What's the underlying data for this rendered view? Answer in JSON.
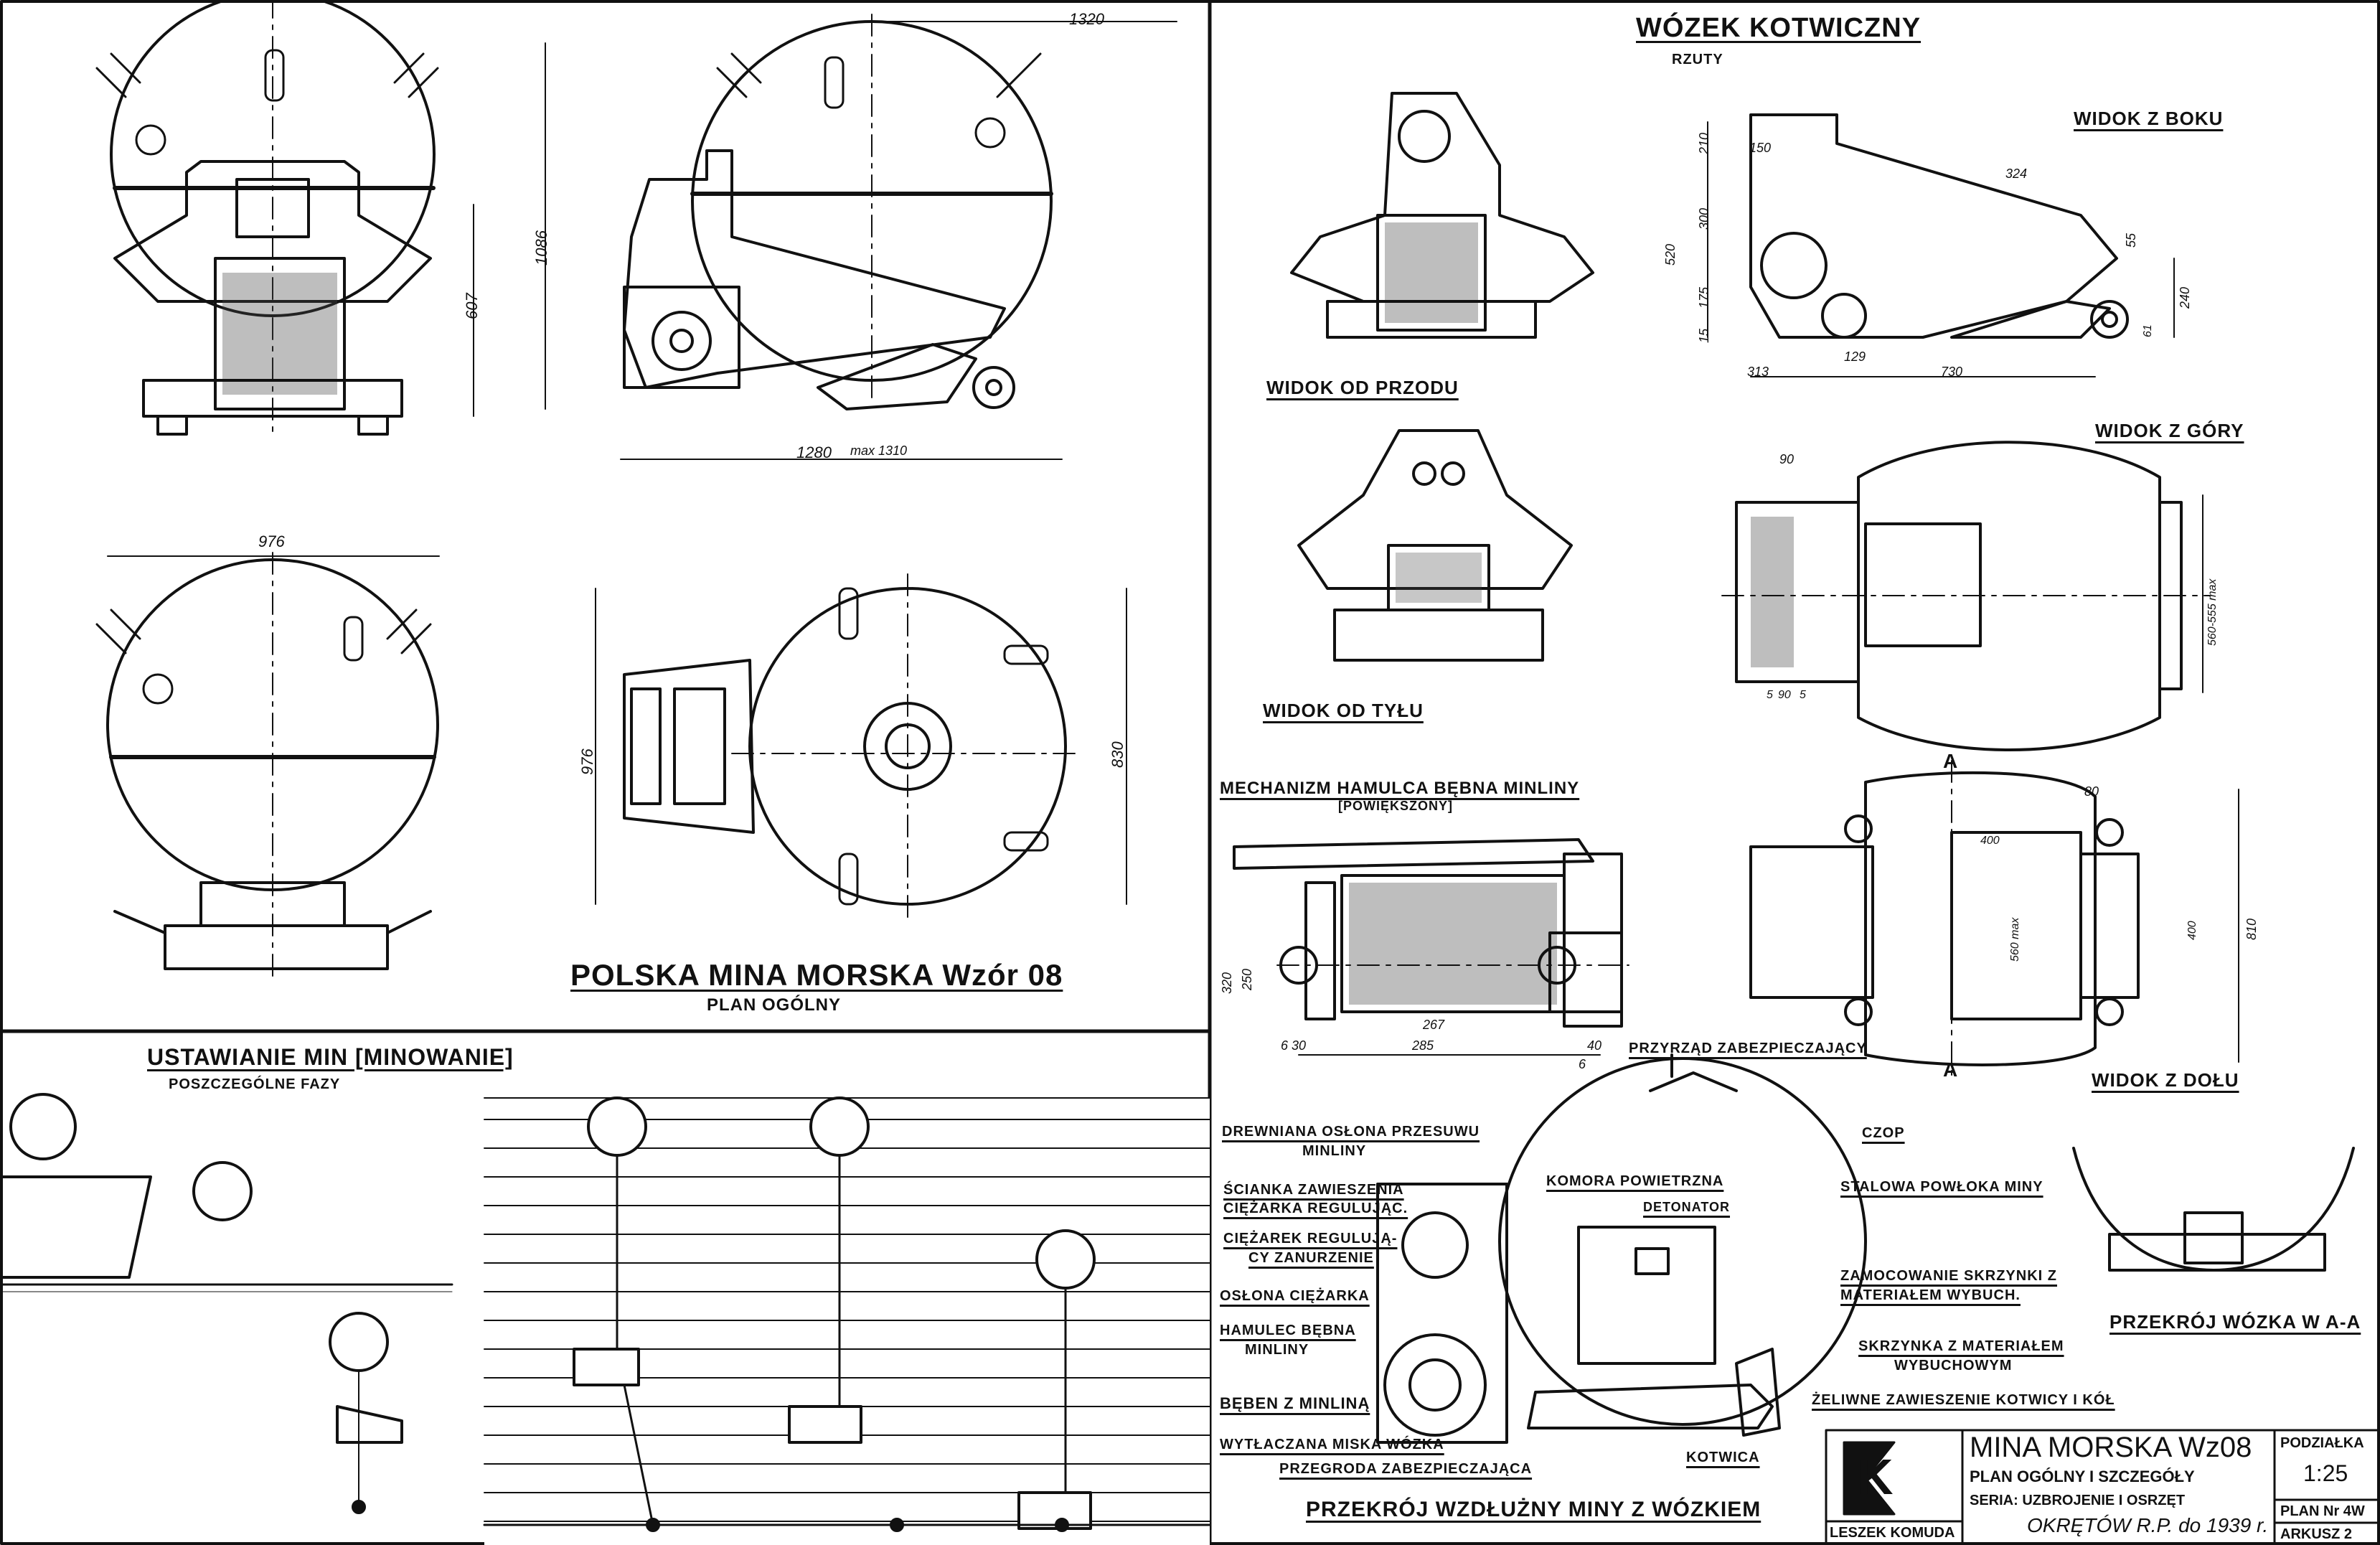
{
  "main_title": "POLSKA MINA MORSKA  Wzór 08",
  "main_subtitle": "PLAN OGÓLNY",
  "trolley": {
    "title": "WÓZEK KOTWICZNY",
    "subtitle": "RZUTY",
    "views": {
      "front": "WIDOK OD PRZODU",
      "side": "WIDOK Z BOKU",
      "rear": "WIDOK OD TYŁU",
      "top": "WIDOK Z GÓRY",
      "bottom": "WIDOK Z DOŁU",
      "section": "PRZEKRÓJ WÓZKA W A-A"
    },
    "section_marks": [
      "A",
      "A"
    ]
  },
  "brake": {
    "title": "MECHANIZM HAMULCA BĘBNA MINLINY",
    "subtitle": "[POWIĘKSZONY]"
  },
  "laying": {
    "title": "USTAWIANIE MIN [MINOWANIE]",
    "subtitle": "POSZCZEGÓLNE FAZY"
  },
  "section_view": {
    "title": "PRZEKRÓJ WZDŁUŻNY MINY Z WÓZKIEM",
    "labels": {
      "safety_device": "PRZYRZĄD ZABEZPIECZAJĄCY",
      "wooden_cover_1": "DREWNIANA OSŁONA PRZESUWU",
      "wooden_cover_2": "MINLINY",
      "pin": "CZOP",
      "air_chamber": "KOMORA POWIETRZNA",
      "detonator": "DETONATOR",
      "steel_shell": "STALOWA POWŁOKA MINY",
      "weight_wall_1": "ŚCIANKA ZAWIESZENIA",
      "weight_wall_2": "CIĘŻARKA REGULUJĄC.",
      "weight_1": "CIĘŻAREK REGULUJĄ-",
      "weight_2": "CY ZANURZENIE",
      "weight_cover": "OSŁONA CIĘŻARKA",
      "charge_mount_1": "ZAMOCOWANIE SKRZYNKI Z",
      "charge_mount_2": "MATERIAŁEM WYBUCH.",
      "drum_brake_1": "HAMULEC BĘBNA",
      "drum_brake_2": "MINLINY",
      "charge_box_1": "SKRZYNKA Z MATERIAŁEM",
      "charge_box_2": "WYBUCHOWYM",
      "drum": "BĘBEN Z MINLINĄ",
      "anchor_hitch": "ŻELIWNE ZAWIESZENIE KOTWICY I KÓŁ",
      "dish": "WYTŁACZANA MISKA WÓZKA",
      "anchor": "KOTWICA",
      "bulkhead": "PRZEGRODA ZABEZPIECZAJĄCA"
    }
  },
  "dimensions": {
    "d1320": "1320",
    "d1086": "1086",
    "d607": "607",
    "d1280": "1280",
    "dmax1310": "max 1310",
    "d976a": "976",
    "d976b": "976",
    "d830": "830",
    "d210": "210",
    "d300": "300",
    "d520": "520",
    "d175": "175",
    "d15": "15",
    "d150": "150",
    "d324": "324",
    "d55": "55",
    "d240": "240",
    "d61": "61",
    "d313": "313",
    "d129": "129",
    "d730": "730",
    "d90": "90",
    "d560range": "560-555 max",
    "d5a": "5",
    "d5b": "5",
    "d90b": "90",
    "d80": "80",
    "d400a": "400",
    "d400b": "400",
    "d560max": "560 max",
    "d810": "810",
    "d250": "250",
    "d320": "320",
    "d267": "267",
    "d285": "285",
    "d6a": "6",
    "d30": "30",
    "d40": "40",
    "d6b": "6"
  },
  "title_block": {
    "logo_letter": "K",
    "author": "LESZEK KOMUDA",
    "title": "MINA MORSKA Wz08",
    "line2": "PLAN OGÓLNY I SZCZEGÓŁY",
    "series": "SERIA: UZBROJENIE I OSRZĘT",
    "series2": "OKRĘTÓW R.P. do 1939 r.",
    "scale_label": "PODZIAŁKA",
    "scale": "1:25",
    "plan_no": "PLAN Nr 4W",
    "sheet": "ARKUSZ 2"
  }
}
